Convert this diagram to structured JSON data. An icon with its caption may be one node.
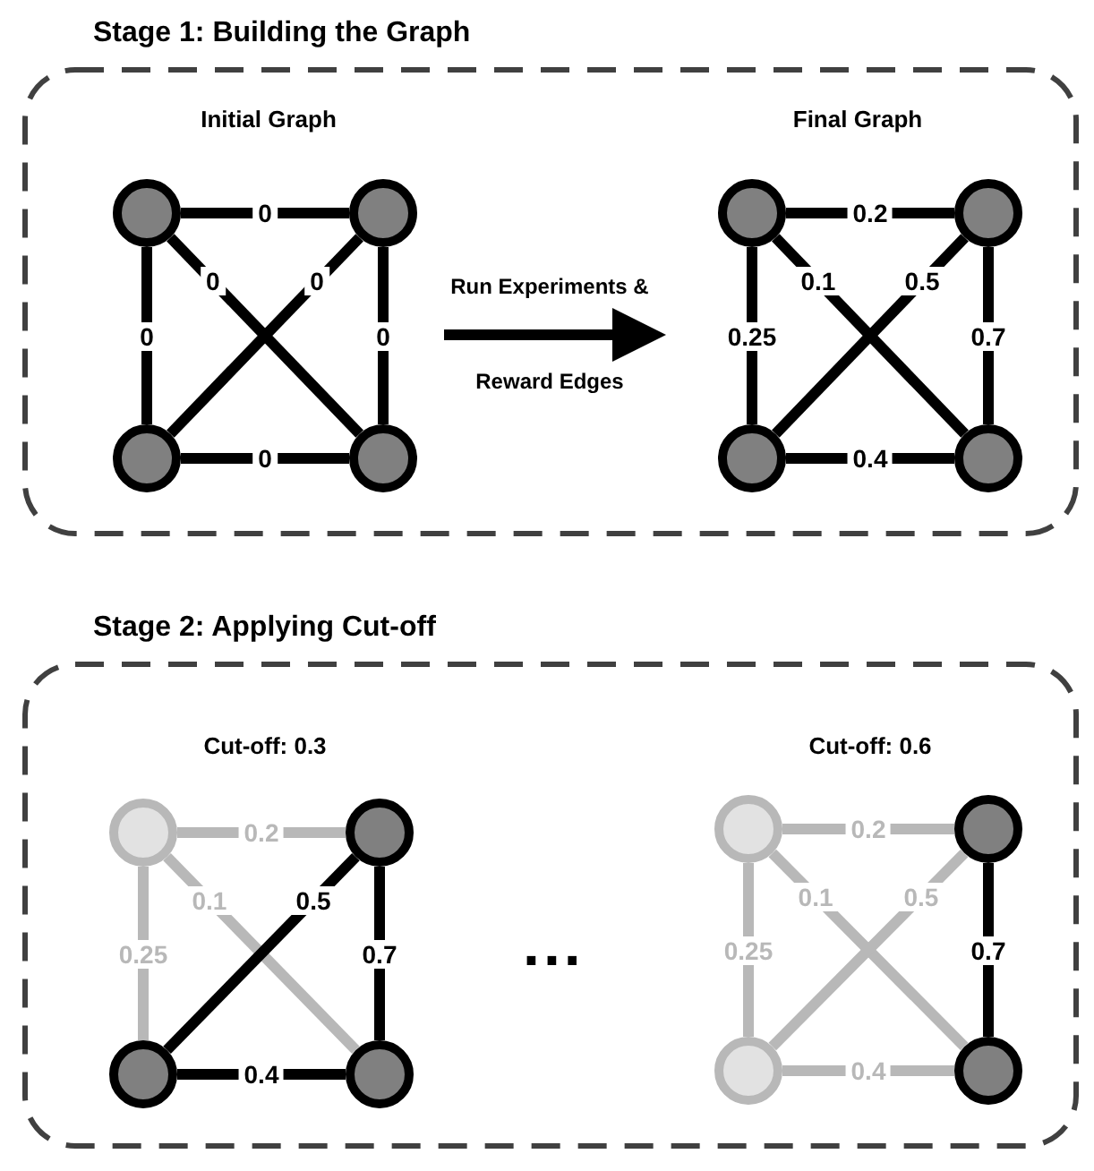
{
  "diagram": {
    "nodes": [
      {
        "text": [
          "Stage 1: Building the Graph"
        ]
      },
      {
        "text": [
          "Initial Graph"
        ],
        "in": 0
      },
      {
        "text": [],
        "shape": "circle",
        "in": 1
      },
      {
        "text": [],
        "shape": "circle",
        "in": 1
      },
      {
        "text": [],
        "shape": "circle",
        "in": 1
      },
      {
        "text": [],
        "shape": "circle",
        "in": 1
      },
      {
        "text": [
          "Final Graph"
        ],
        "in": 0
      },
      {
        "text": [],
        "shape": "circle",
        "in": 6
      },
      {
        "text": [],
        "shape": "circle",
        "in": 6
      },
      {
        "text": [],
        "shape": "circle",
        "in": 6
      },
      {
        "text": [],
        "shape": "circle",
        "in": 6
      },
      {
        "text": [
          "Stage 2: Applying Cut-off"
        ]
      },
      {
        "text": [
          "Cut-off: 0.3"
        ],
        "in": 11
      },
      {
        "text": [],
        "shape": "circle",
        "in": 12
      },
      {
        "text": [],
        "shape": "circle",
        "in": 12
      },
      {
        "text": [],
        "shape": "circle",
        "in": 12
      },
      {
        "text": [],
        "shape": "circle",
        "in": 12
      },
      {
        "text": [
          "Cut-off: 0.6"
        ],
        "in": 11
      },
      {
        "text": [],
        "shape": "circle",
        "in": 17
      },
      {
        "text": [],
        "shape": "circle",
        "in": 17
      },
      {
        "text": [],
        "shape": "circle",
        "in": 17
      },
      {
        "text": [],
        "shape": "circle",
        "in": 17
      }
    ],
    "edges": [
      {
        "from": 2,
        "to": 3,
        "arrow": "none",
        "label": "0"
      },
      {
        "from": 2,
        "to": 5,
        "arrow": "none",
        "label": "0"
      },
      {
        "from": 4,
        "to": 3,
        "arrow": "none",
        "label": "0"
      },
      {
        "from": 2,
        "to": 4,
        "arrow": "none",
        "label": "0"
      },
      {
        "from": 3,
        "to": 5,
        "arrow": "none",
        "label": "0"
      },
      {
        "from": 4,
        "to": 5,
        "arrow": "none",
        "label": "0"
      },
      {
        "from": 1,
        "to": 6,
        "arrow": "to",
        "label": "Run Experiments & Reward Edges"
      },
      {
        "from": 7,
        "to": 8,
        "arrow": "none",
        "label": "0.2"
      },
      {
        "from": 7,
        "to": 10,
        "arrow": "none",
        "label": "0.1"
      },
      {
        "from": 9,
        "to": 8,
        "arrow": "none",
        "label": "0.5"
      },
      {
        "from": 7,
        "to": 9,
        "arrow": "none",
        "label": "0.25"
      },
      {
        "from": 8,
        "to": 10,
        "arrow": "none",
        "label": "0.7"
      },
      {
        "from": 9,
        "to": 10,
        "arrow": "none",
        "label": "0.4"
      },
      {
        "from": 13,
        "to": 14,
        "arrow": "none",
        "label": "0.2",
        "color": "#b8b8b8"
      },
      {
        "from": 13,
        "to": 16,
        "arrow": "none",
        "label": "0.1",
        "color": "#b8b8b8"
      },
      {
        "from": 15,
        "to": 14,
        "arrow": "none",
        "label": "0.5"
      },
      {
        "from": 13,
        "to": 15,
        "arrow": "none",
        "label": "0.25",
        "color": "#b8b8b8"
      },
      {
        "from": 14,
        "to": 16,
        "arrow": "none",
        "label": "0.7"
      },
      {
        "from": 15,
        "to": 16,
        "arrow": "none",
        "label": "0.4"
      },
      {
        "from": 18,
        "to": 19,
        "arrow": "none",
        "label": "0.2",
        "color": "#b8b8b8"
      },
      {
        "from": 18,
        "to": 21,
        "arrow": "none",
        "label": "0.1",
        "color": "#b8b8b8"
      },
      {
        "from": 20,
        "to": 19,
        "arrow": "none",
        "label": "0.5",
        "color": "#b8b8b8"
      },
      {
        "from": 18,
        "to": 20,
        "arrow": "none",
        "label": "0.25",
        "color": "#b8b8b8"
      },
      {
        "from": 19,
        "to": 21,
        "arrow": "none",
        "label": "0.7"
      },
      {
        "from": 20,
        "to": 21,
        "arrow": "none",
        "label": "0.4",
        "color": "#b8b8b8"
      }
    ],
    "labels": [
      "..."
    ]
  }
}
